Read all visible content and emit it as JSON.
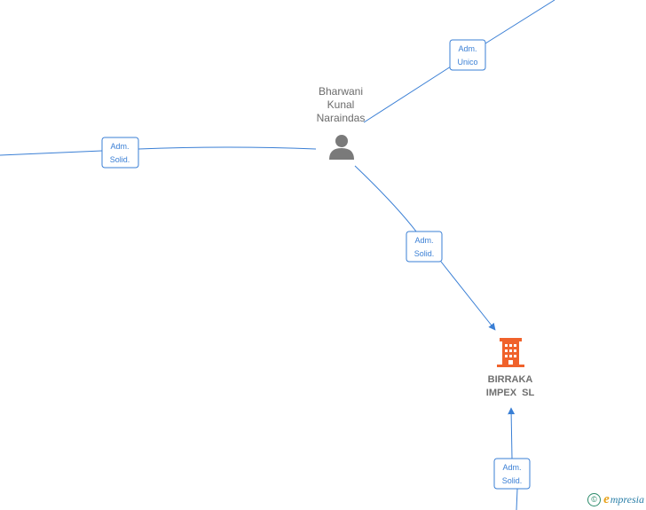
{
  "nodes": {
    "person": {
      "name_lines": [
        "Bharwani",
        "Kunal",
        "Naraindas"
      ],
      "icon": "person-icon",
      "color": "#7a7a7a"
    },
    "company": {
      "name_lines": [
        "BIRRAKA",
        "IMPEX  SL"
      ],
      "icon": "building-icon",
      "color": "#f0622b"
    }
  },
  "edges": [
    {
      "label_lines": [
        "Adm.",
        "Unico"
      ]
    },
    {
      "label_lines": [
        "Adm.",
        "Solid."
      ]
    },
    {
      "label_lines": [
        "Adm.",
        "Solid."
      ]
    },
    {
      "label_lines": [
        "Adm.",
        "Solid."
      ]
    }
  ],
  "colors": {
    "edge": "#3a7fd5",
    "text": "#6b6b6b"
  },
  "brand": {
    "copyright": "©",
    "first_letter": "e",
    "rest": "mpresia"
  }
}
